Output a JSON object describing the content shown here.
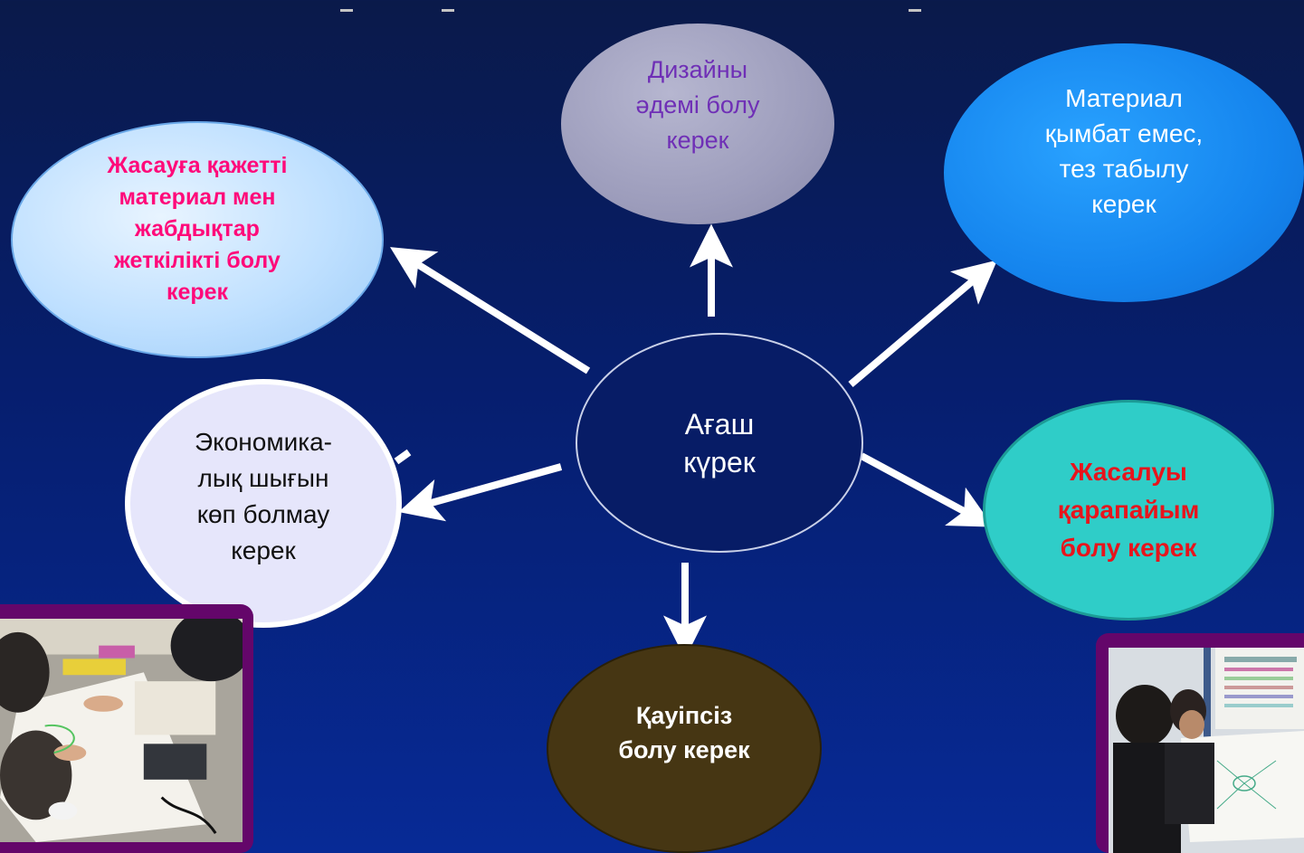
{
  "diagram": {
    "center": "Ағаш\nкүрек",
    "nodes": {
      "design": "Дизайны\nәдемі  болу\nкерек",
      "material": "Материал\nқымбат емес,\nтез табылу\nкерек",
      "resources": "Жасауға  қажетті\nматериал мен\nжабдықтар\nжеткілікті  болу\nкерек",
      "economy": "Экономика-\nлық шығын\nкөп болмау\nкерек",
      "simple": "Жасалуы\nқарапайым\nболу  керек",
      "safe": "Қауіпсіз\nболу керек"
    }
  },
  "photos": {
    "left": "students-drawing-photo",
    "right": "students-presenting-poster-photo"
  },
  "colors": {
    "background_top": "#0a1a4a",
    "background_bottom": "#072a96",
    "arrow": "#ffffff",
    "photo_frame": "#64066a"
  }
}
